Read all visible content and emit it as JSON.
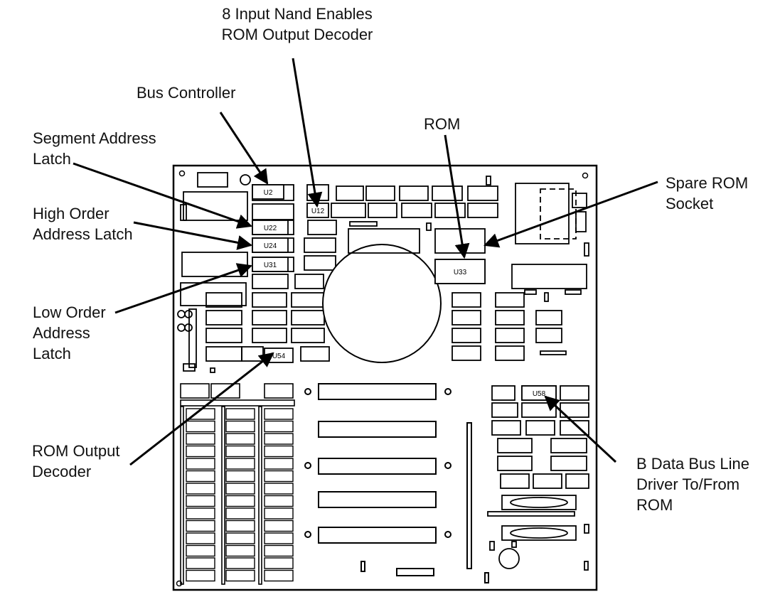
{
  "callouts": {
    "nand": [
      "8 Input Nand Enables",
      "ROM Output Decoder"
    ],
    "bus_controller": [
      "Bus Controller"
    ],
    "rom": [
      "ROM"
    ],
    "spare_rom": [
      "Spare ROM",
      "Socket"
    ],
    "segment_latch": [
      "Segment Address",
      "Latch"
    ],
    "high_order": [
      "High Order",
      "Address Latch"
    ],
    "low_order": [
      "Low Order",
      "Address",
      "Latch"
    ],
    "rom_output_decoder": [
      "ROM Output",
      "Decoder"
    ],
    "b_data_bus": [
      "B Data Bus Line",
      "Driver To/From",
      "ROM"
    ]
  },
  "chips": {
    "u2": "U2",
    "u12": "U12",
    "u22": "U22",
    "u24": "U24",
    "u31": "U31",
    "u33": "U33",
    "u54": "U54",
    "u58": "U58"
  }
}
